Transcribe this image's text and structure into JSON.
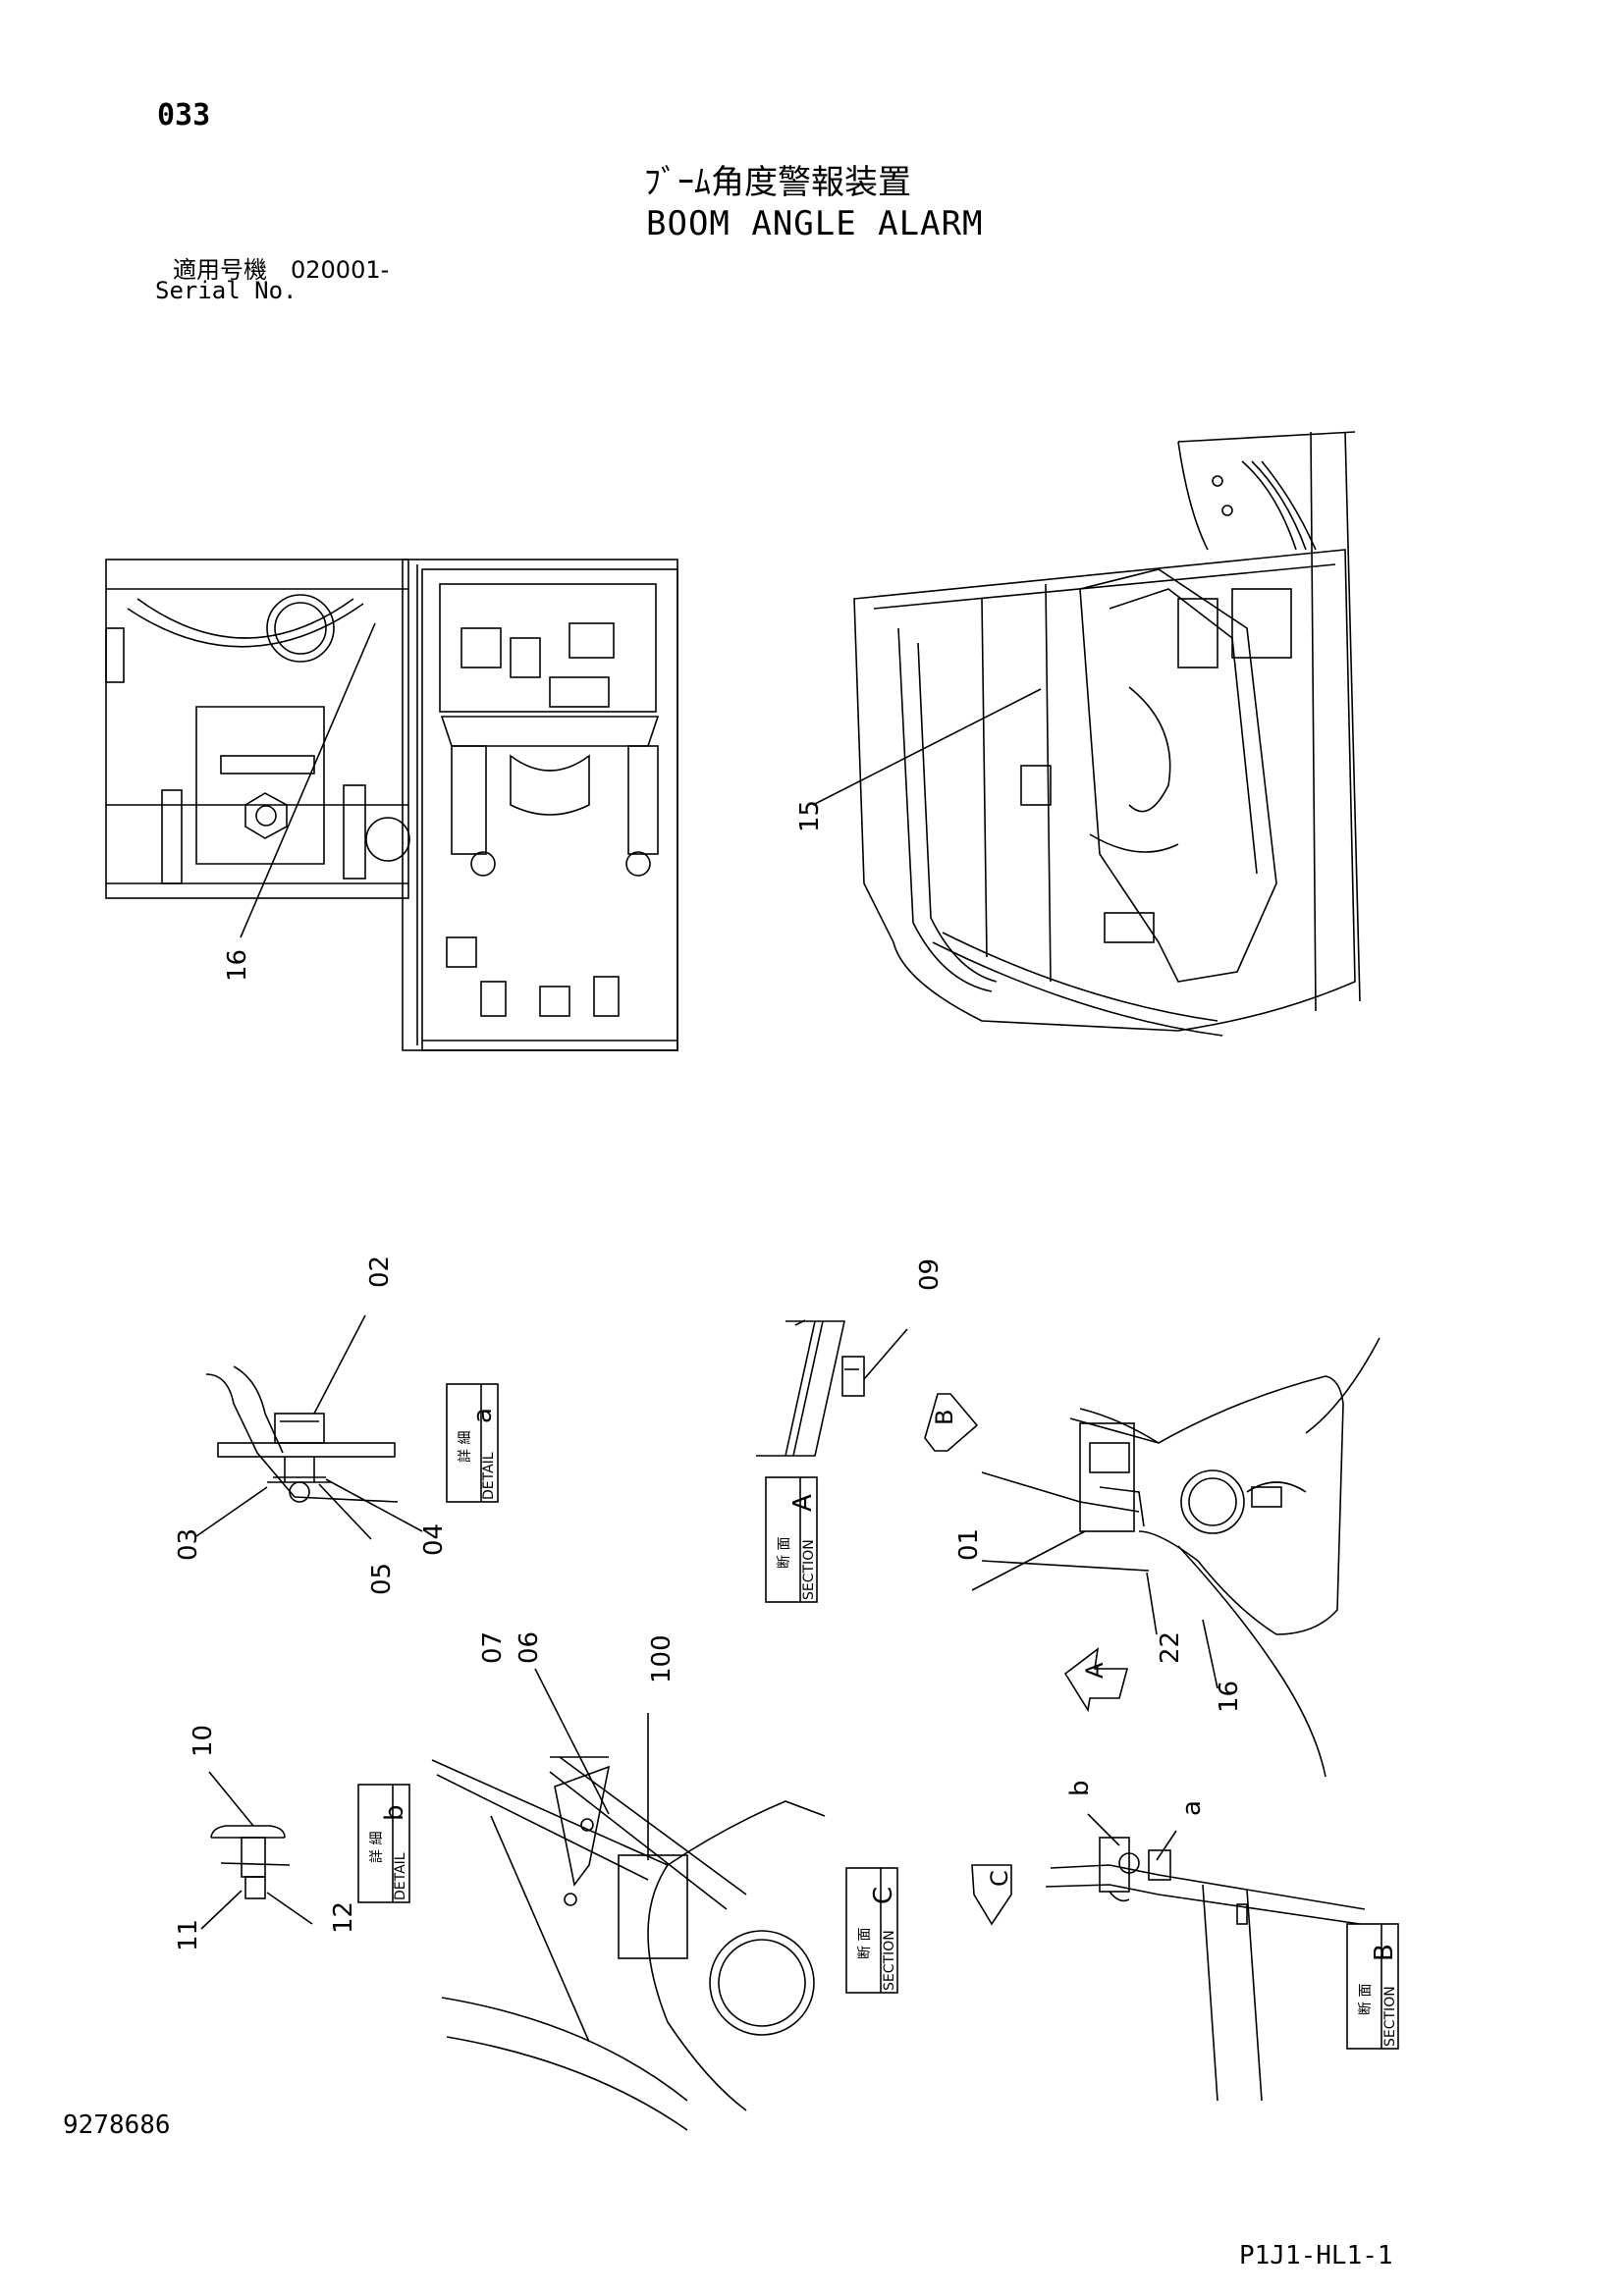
{
  "header": {
    "page_number": "033",
    "title_jp": "ﾌﾞｰﾑ角度警報装置",
    "title_en": "BOOM ANGLE ALARM",
    "serial_label_jp": "適用号機　020001-",
    "serial_label_en": "Serial No."
  },
  "callouts": {
    "c16_top": "16",
    "c15": "15",
    "c02": "02",
    "c03": "03",
    "c05": "05",
    "c04": "04",
    "c09": "09",
    "c01": "01",
    "c22": "22",
    "c16_bottom": "16",
    "c07": "07",
    "c06": "06",
    "c100": "100",
    "c10": "10",
    "c11": "11",
    "c12": "12",
    "cb": "b",
    "ca": "a"
  },
  "views": {
    "detail_a": {
      "jp": "詳 細",
      "en": "DETAIL",
      "letter": "a"
    },
    "detail_b": {
      "jp": "詳 細",
      "en": "DETAIL",
      "letter": "b"
    },
    "section_a": {
      "jp": "断 面",
      "en": "SECTION",
      "letter": "A"
    },
    "section_b": {
      "jp": "断 面",
      "en": "SECTION",
      "letter": "B"
    },
    "section_c": {
      "jp": "断 面",
      "en": "SECTION",
      "letter": "C"
    }
  },
  "arrows": {
    "arrow_a": "A",
    "arrow_b": "B",
    "arrow_c": "C"
  },
  "footer": {
    "doc_id": "9278686",
    "sheet_code": "P1J1-HL1-1"
  }
}
